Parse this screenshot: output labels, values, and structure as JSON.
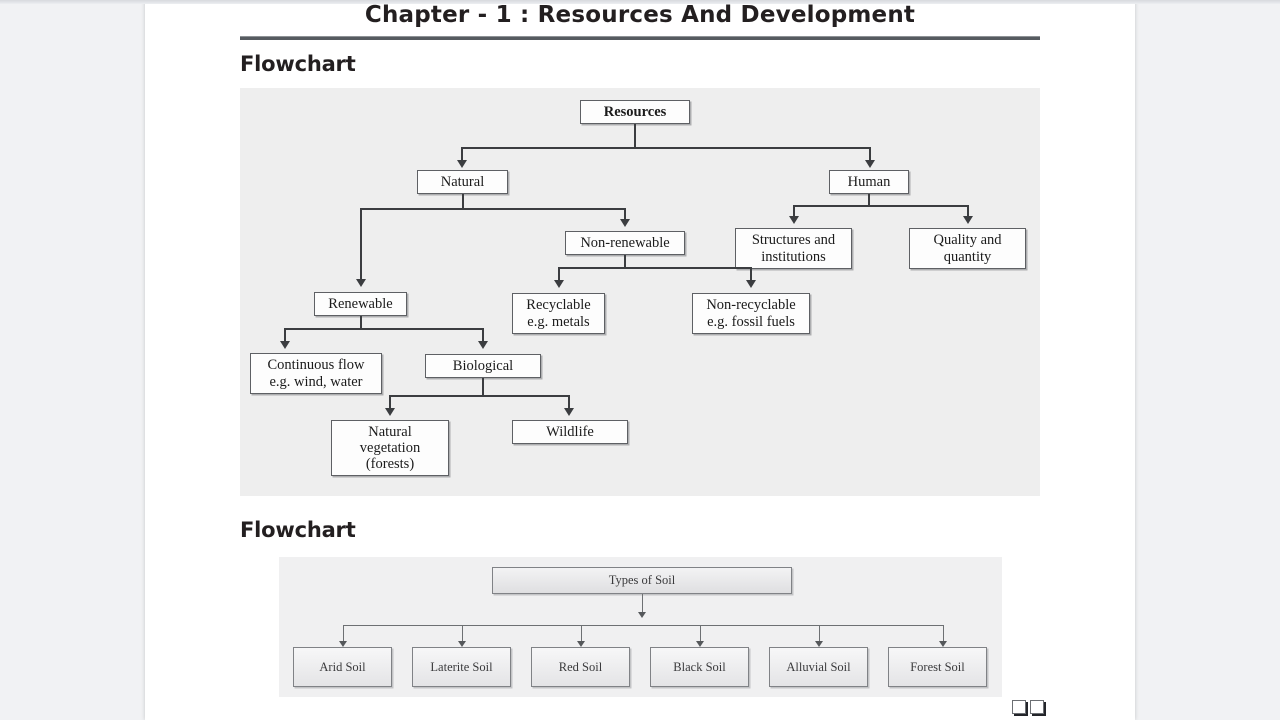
{
  "document": {
    "chapter_title": "Chapter - 1 : Resources And Development",
    "section_headings": [
      "Flowchart",
      "Flowchart"
    ]
  },
  "chart_data": [
    {
      "type": "diagram",
      "title": "Flowchart",
      "root": "Resources",
      "nodes": [
        {
          "id": "resources",
          "label": "Resources",
          "level": 0
        },
        {
          "id": "natural",
          "label": "Natural",
          "level": 1,
          "parent": "resources"
        },
        {
          "id": "human",
          "label": "Human",
          "level": 1,
          "parent": "resources"
        },
        {
          "id": "renewable",
          "label": "Renewable",
          "level": 2,
          "parent": "natural"
        },
        {
          "id": "nonrenewable",
          "label": "Non-renewable",
          "level": 2,
          "parent": "natural"
        },
        {
          "id": "structures",
          "label": "Structures and\ninstitutions",
          "level": 2,
          "parent": "human"
        },
        {
          "id": "quality",
          "label": "Quality and\nquantity",
          "level": 2,
          "parent": "human"
        },
        {
          "id": "recyclable",
          "label": "Recyclable\ne.g. metals",
          "level": 3,
          "parent": "nonrenewable"
        },
        {
          "id": "nonrecyclable",
          "label": "Non-recyclable\ne.g. fossil fuels",
          "level": 3,
          "parent": "nonrenewable"
        },
        {
          "id": "continuous",
          "label": "Continuous  flow\ne.g. wind, water",
          "level": 3,
          "parent": "renewable"
        },
        {
          "id": "biological",
          "label": "Biological",
          "level": 3,
          "parent": "renewable"
        },
        {
          "id": "vegetation",
          "label": "Natural\nvegetation\n(forests)",
          "level": 4,
          "parent": "biological"
        },
        {
          "id": "wildlife",
          "label": "Wildlife",
          "level": 4,
          "parent": "biological"
        }
      ],
      "edges": [
        [
          "resources",
          "natural"
        ],
        [
          "resources",
          "human"
        ],
        [
          "natural",
          "renewable"
        ],
        [
          "natural",
          "nonrenewable"
        ],
        [
          "human",
          "structures"
        ],
        [
          "human",
          "quality"
        ],
        [
          "nonrenewable",
          "recyclable"
        ],
        [
          "nonrenewable",
          "nonrecyclable"
        ],
        [
          "renewable",
          "continuous"
        ],
        [
          "renewable",
          "biological"
        ],
        [
          "biological",
          "vegetation"
        ],
        [
          "biological",
          "wildlife"
        ]
      ]
    },
    {
      "type": "diagram",
      "title": "Flowchart",
      "root": "Types of Soil",
      "nodes": [
        {
          "id": "types-of-soil",
          "label": "Types of Soil",
          "level": 0
        },
        {
          "id": "arid",
          "label": "Arid Soil",
          "level": 1,
          "parent": "types-of-soil"
        },
        {
          "id": "laterite",
          "label": "Laterite Soil",
          "level": 1,
          "parent": "types-of-soil"
        },
        {
          "id": "red",
          "label": "Red Soil",
          "level": 1,
          "parent": "types-of-soil"
        },
        {
          "id": "black",
          "label": "Black Soil",
          "level": 1,
          "parent": "types-of-soil"
        },
        {
          "id": "alluvial",
          "label": "Alluvial Soil",
          "level": 1,
          "parent": "types-of-soil"
        },
        {
          "id": "forest",
          "label": "Forest Soil",
          "level": 1,
          "parent": "types-of-soil"
        }
      ],
      "edges": [
        [
          "types-of-soil",
          "arid"
        ],
        [
          "types-of-soil",
          "laterite"
        ],
        [
          "types-of-soil",
          "red"
        ],
        [
          "types-of-soil",
          "black"
        ],
        [
          "types-of-soil",
          "alluvial"
        ],
        [
          "types-of-soil",
          "forest"
        ]
      ]
    }
  ],
  "flowchart1": {
    "resources": "Resources",
    "natural": "Natural",
    "human": "Human",
    "renewable": "Renewable",
    "nonrenewable": "Non-renewable",
    "structures": "Structures and\ninstitutions",
    "quality": "Quality and\nquantity",
    "recyclable": "Recyclable\ne.g. metals",
    "nonrecyclable": "Non-recyclable\ne.g. fossil fuels",
    "continuous": "Continuous  flow\ne.g. wind, water",
    "biological": "Biological",
    "vegetation": "Natural\nvegetation\n(forests)",
    "wildlife": "Wildlife"
  },
  "flowchart2": {
    "root": "Types of Soil",
    "soils": [
      "Arid Soil",
      "Laterite Soil",
      "Red Soil",
      "Black Soil",
      "Alluvial Soil",
      "Forest Soil"
    ]
  },
  "colors": {
    "page_background": "#f1f2f4",
    "sheet": "#ffffff",
    "chart1_background": "#eeeeee",
    "chart2_background": "#f0f0f1",
    "line": "#3b3d40",
    "text": "#231f20"
  },
  "footer": {
    "icons": [
      "page-square-icon",
      "page-square-icon"
    ]
  }
}
